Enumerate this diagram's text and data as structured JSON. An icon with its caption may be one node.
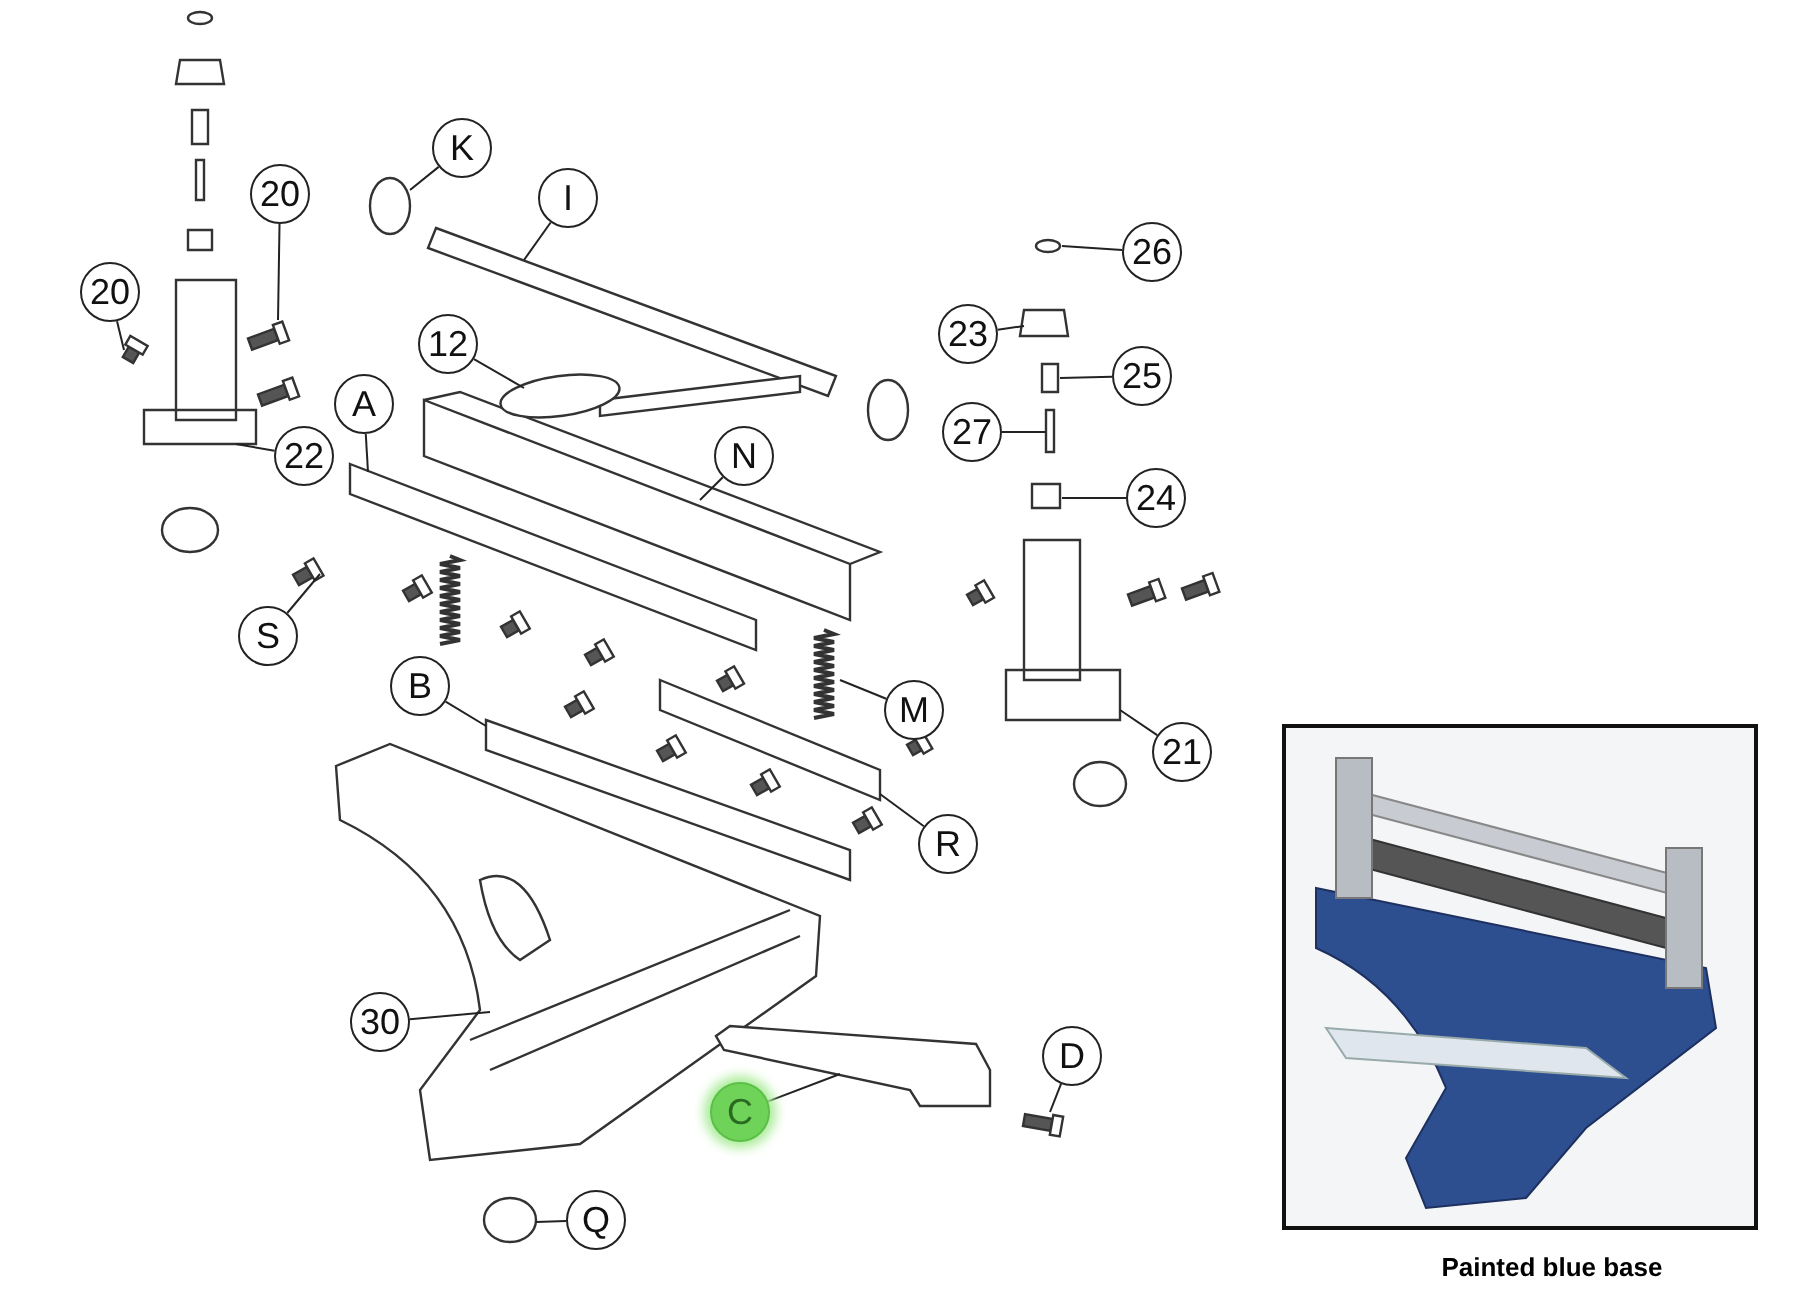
{
  "diagram": {
    "nodes": [
      {
        "text": [
          "K"
        ]
      },
      {
        "text": [
          "I"
        ]
      },
      {
        "text": [
          "20"
        ]
      },
      {
        "text": [
          "20"
        ]
      },
      {
        "text": [
          "12"
        ]
      },
      {
        "text": [
          "22"
        ]
      },
      {
        "text": [
          "A"
        ]
      },
      {
        "text": [
          "N"
        ]
      },
      {
        "text": [
          "S"
        ]
      },
      {
        "text": [
          "26"
        ]
      },
      {
        "text": [
          "23"
        ]
      },
      {
        "text": [
          "25"
        ]
      },
      {
        "text": [
          "27"
        ]
      },
      {
        "text": [
          "24"
        ]
      },
      {
        "text": [
          "M"
        ]
      },
      {
        "text": [
          "B"
        ]
      },
      {
        "text": [
          "21"
        ]
      },
      {
        "text": [
          "R"
        ]
      },
      {
        "text": [
          "30"
        ]
      },
      {
        "text": [
          "D"
        ]
      },
      {
        "text": [
          "C"
        ]
      },
      {
        "text": [
          "Q"
        ]
      }
    ],
    "edges": [
      {
        "from": 0,
        "to": null,
        "arrow": "none"
      },
      {
        "from": 1,
        "to": null,
        "arrow": "none"
      },
      {
        "from": 2,
        "to": null,
        "arrow": "none"
      },
      {
        "from": 3,
        "to": null,
        "arrow": "none"
      },
      {
        "from": 4,
        "to": null,
        "arrow": "none"
      },
      {
        "from": 5,
        "to": null,
        "arrow": "none"
      },
      {
        "from": 6,
        "to": null,
        "arrow": "none"
      },
      {
        "from": 7,
        "to": null,
        "arrow": "none"
      },
      {
        "from": 8,
        "to": null,
        "arrow": "none"
      },
      {
        "from": 9,
        "to": null,
        "arrow": "none"
      },
      {
        "from": 10,
        "to": null,
        "arrow": "none"
      },
      {
        "from": 11,
        "to": null,
        "arrow": "none"
      },
      {
        "from": 12,
        "to": null,
        "arrow": "none"
      },
      {
        "from": 13,
        "to": null,
        "arrow": "none"
      },
      {
        "from": 14,
        "to": null,
        "arrow": "none"
      },
      {
        "from": 15,
        "to": null,
        "arrow": "none"
      },
      {
        "from": 16,
        "to": null,
        "arrow": "none"
      },
      {
        "from": 17,
        "to": null,
        "arrow": "none"
      },
      {
        "from": 18,
        "to": null,
        "arrow": "none"
      },
      {
        "from": 19,
        "to": null,
        "arrow": "none"
      },
      {
        "from": 20,
        "to": null,
        "arrow": "none"
      },
      {
        "from": 21,
        "to": null,
        "arrow": "none"
      }
    ],
    "labels": [
      "Painted blue base"
    ]
  }
}
